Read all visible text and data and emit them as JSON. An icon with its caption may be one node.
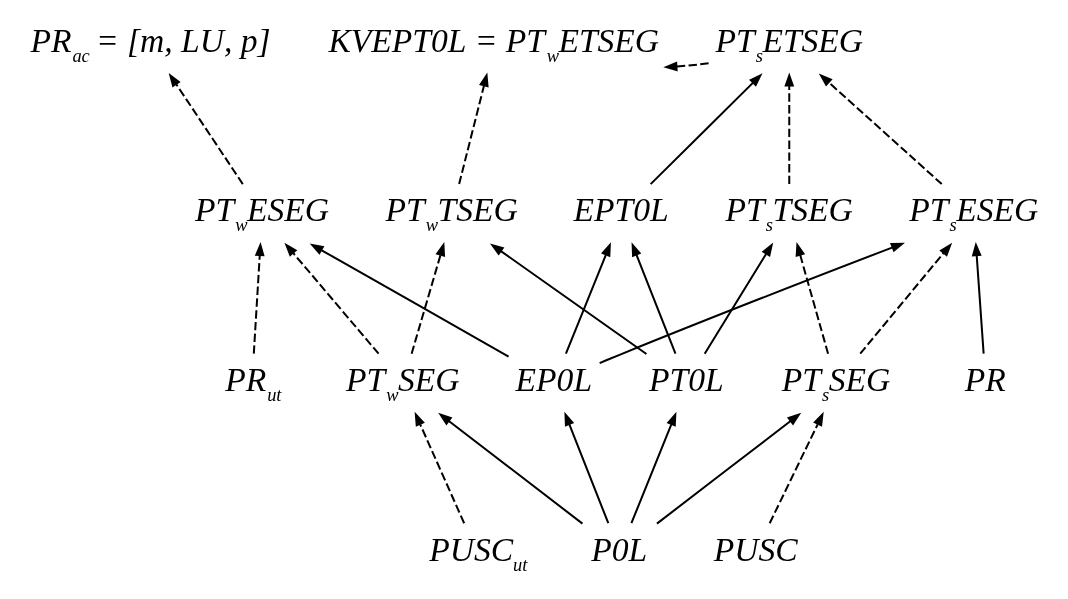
{
  "diagram": {
    "nodes": [
      {
        "text": [
          "PR$_{ac}$ = [m, LU, p]"
        ]
      },
      {
        "text": [
          "KVEPT0L = PT$_{w}$ETSEG"
        ]
      },
      {
        "text": [
          "PT$_{s}$ETSEG"
        ]
      },
      {
        "text": [
          "PT$_{w}$ESEG"
        ]
      },
      {
        "text": [
          "PT$_{w}$TSEG"
        ]
      },
      {
        "text": [
          "EPT0L"
        ]
      },
      {
        "text": [
          "PT$_{s}$TSEG"
        ]
      },
      {
        "text": [
          "PT$_{s}$ESEG"
        ]
      },
      {
        "text": [
          "PR$_{ut}$"
        ]
      },
      {
        "text": [
          "PT$_{w}$SEG"
        ]
      },
      {
        "text": [
          "EP0L"
        ]
      },
      {
        "text": [
          "PT0L"
        ]
      },
      {
        "text": [
          "PT$_{s}$SEG"
        ]
      },
      {
        "text": [
          "PR"
        ]
      },
      {
        "text": [
          "PUSC$_{ut}$"
        ]
      },
      {
        "text": [
          "P0L"
        ]
      },
      {
        "text": [
          "PUSC"
        ]
      }
    ],
    "edges": [
      {
        "from": 3,
        "to": 0,
        "arrow": "to",
        "style": "dashed"
      },
      {
        "from": 4,
        "to": 1,
        "arrow": "to",
        "style": "dashed"
      },
      {
        "from": 2,
        "to": 1,
        "arrow": "to",
        "style": "dashed"
      },
      {
        "from": 5,
        "to": 2,
        "arrow": "to"
      },
      {
        "from": 6,
        "to": 2,
        "arrow": "to",
        "style": "dashed"
      },
      {
        "from": 7,
        "to": 2,
        "arrow": "to",
        "style": "dashed"
      },
      {
        "from": 8,
        "to": 3,
        "arrow": "to",
        "style": "dashed"
      },
      {
        "from": 9,
        "to": 3,
        "arrow": "to",
        "style": "dashed"
      },
      {
        "from": 9,
        "to": 4,
        "arrow": "to",
        "style": "dashed"
      },
      {
        "from": 10,
        "to": 3,
        "arrow": "to"
      },
      {
        "from": 10,
        "to": 5,
        "arrow": "to"
      },
      {
        "from": 10,
        "to": 7,
        "arrow": "to"
      },
      {
        "from": 11,
        "to": 4,
        "arrow": "to"
      },
      {
        "from": 11,
        "to": 5,
        "arrow": "to"
      },
      {
        "from": 11,
        "to": 6,
        "arrow": "to"
      },
      {
        "from": 12,
        "to": 6,
        "arrow": "to",
        "style": "dashed"
      },
      {
        "from": 12,
        "to": 7,
        "arrow": "to",
        "style": "dashed"
      },
      {
        "from": 13,
        "to": 7,
        "arrow": "to"
      },
      {
        "from": 15,
        "to": 9,
        "arrow": "to"
      },
      {
        "from": 15,
        "to": 10,
        "arrow": "to"
      },
      {
        "from": 15,
        "to": 11,
        "arrow": "to"
      },
      {
        "from": 15,
        "to": 12,
        "arrow": "to"
      },
      {
        "from": 14,
        "to": 9,
        "arrow": "to",
        "style": "dashed"
      },
      {
        "from": 16,
        "to": 12,
        "arrow": "to",
        "style": "dashed"
      }
    ]
  }
}
